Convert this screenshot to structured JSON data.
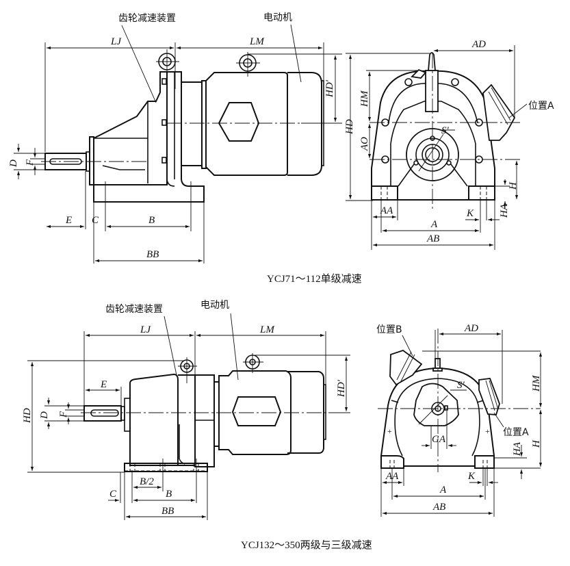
{
  "figure_top": {
    "caption": "YCJ71～112单级减速",
    "callouts": {
      "gear_unit": "齿轮减速装置",
      "motor": "电动机",
      "position_a": "位置A"
    },
    "dimensions": {
      "LJ": "LJ",
      "LM": "LM",
      "HD_prime": "HD'",
      "HD": "HD",
      "D": "D",
      "F": "F",
      "E": "E",
      "C": "C",
      "B": "B",
      "BB": "BB",
      "AD": "AD",
      "HM": "HM",
      "AO": "AO",
      "S_prime": "S'",
      "H": "H",
      "HA": "HA",
      "AA": "AA",
      "K": "K",
      "A": "A",
      "AB": "AB"
    }
  },
  "figure_bottom": {
    "caption": "YCJ132～350两级与三级减速",
    "callouts": {
      "gear_unit": "齿轮减速装置",
      "motor": "电动机",
      "position_a": "位置A",
      "position_b": "位置B"
    },
    "dimensions": {
      "LJ": "LJ",
      "LM": "LM",
      "HD_prime": "HD'",
      "HD": "HD",
      "D": "D",
      "F": "F",
      "E": "E",
      "C": "C",
      "B_half": "B/2",
      "B": "B",
      "BB": "BB",
      "AD": "AD",
      "HM": "HM",
      "S_prime": "S'",
      "GA": "GA",
      "H": "H",
      "HA": "HA",
      "AA": "AA",
      "K": "K",
      "A": "A",
      "AB": "AB"
    }
  }
}
